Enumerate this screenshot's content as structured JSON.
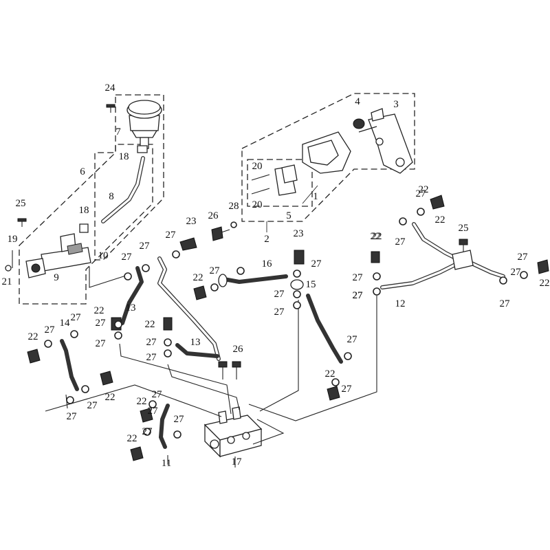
{
  "diagram": {
    "callouts": [
      {
        "id": "c24",
        "text": "24"
      },
      {
        "id": "c7",
        "text": "7"
      },
      {
        "id": "c18a",
        "text": "18"
      },
      {
        "id": "c6",
        "text": "6"
      },
      {
        "id": "c8",
        "text": "8"
      },
      {
        "id": "c25a",
        "text": "25"
      },
      {
        "id": "c18b",
        "text": "18"
      },
      {
        "id": "c19",
        "text": "19"
      },
      {
        "id": "c10",
        "text": "10"
      },
      {
        "id": "c21",
        "text": "21"
      },
      {
        "id": "c9",
        "text": "9"
      },
      {
        "id": "c4",
        "text": "4"
      },
      {
        "id": "c3",
        "text": "3"
      },
      {
        "id": "c20a",
        "text": "20"
      },
      {
        "id": "c20b",
        "text": "20"
      },
      {
        "id": "c1",
        "text": "1"
      },
      {
        "id": "c5",
        "text": "5"
      },
      {
        "id": "c2",
        "text": "2"
      },
      {
        "id": "c26a",
        "text": "26"
      },
      {
        "id": "c28",
        "text": "28"
      },
      {
        "id": "c23a",
        "text": "23"
      },
      {
        "id": "c27a",
        "text": "27"
      },
      {
        "id": "c27b",
        "text": "27"
      },
      {
        "id": "c27c",
        "text": "27"
      },
      {
        "id": "c22a",
        "text": "22"
      },
      {
        "id": "c27d",
        "text": "27"
      },
      {
        "id": "c16",
        "text": "16"
      },
      {
        "id": "c23b",
        "text": "23"
      },
      {
        "id": "c27e",
        "text": "27"
      },
      {
        "id": "c27f",
        "text": "27"
      },
      {
        "id": "c15",
        "text": "15"
      },
      {
        "id": "c27g",
        "text": "27"
      },
      {
        "id": "c27h",
        "text": "27"
      },
      {
        "id": "c13a",
        "text": "13"
      },
      {
        "id": "c22b",
        "text": "22"
      },
      {
        "id": "c27i",
        "text": "27"
      },
      {
        "id": "c27j",
        "text": "27"
      },
      {
        "id": "c27k",
        "text": "27"
      },
      {
        "id": "c22c",
        "text": "22"
      },
      {
        "id": "c27l",
        "text": "27"
      },
      {
        "id": "c27m",
        "text": "27"
      },
      {
        "id": "c13b",
        "text": "13"
      },
      {
        "id": "c26b",
        "text": "26"
      },
      {
        "id": "c14",
        "text": "14"
      },
      {
        "id": "c27n",
        "text": "27"
      },
      {
        "id": "c22d",
        "text": "22"
      },
      {
        "id": "c27o",
        "text": "27"
      },
      {
        "id": "c27p",
        "text": "27"
      },
      {
        "id": "c27q",
        "text": "27"
      },
      {
        "id": "c22e",
        "text": "22"
      },
      {
        "id": "c22f",
        "text": "22"
      },
      {
        "id": "c27r",
        "text": "27"
      },
      {
        "id": "c22g",
        "text": "22"
      },
      {
        "id": "c27s",
        "text": "27"
      },
      {
        "id": "c27t",
        "text": "27"
      },
      {
        "id": "c27u",
        "text": "27"
      },
      {
        "id": "c22h",
        "text": "22"
      },
      {
        "id": "c27v",
        "text": "27"
      },
      {
        "id": "c11",
        "text": "11"
      },
      {
        "id": "c17",
        "text": "17"
      },
      {
        "id": "c27w",
        "text": "27"
      },
      {
        "id": "c22i",
        "text": "22"
      },
      {
        "id": "c27x",
        "text": "27"
      },
      {
        "id": "c27y",
        "text": "27"
      },
      {
        "id": "c22j",
        "text": "22"
      },
      {
        "id": "c25b",
        "text": "25"
      },
      {
        "id": "c22k",
        "text": "22"
      },
      {
        "id": "c27z",
        "text": "27"
      },
      {
        "id": "c27aa",
        "text": "27"
      },
      {
        "id": "c12",
        "text": "12"
      },
      {
        "id": "c27ab",
        "text": "27"
      },
      {
        "id": "c27ac",
        "text": "27"
      },
      {
        "id": "c22l",
        "text": "22"
      },
      {
        "id": "c27ad",
        "text": "27"
      },
      {
        "id": "c22m",
        "text": "22"
      },
      {
        "id": "c27ae",
        "text": "27"
      }
    ]
  }
}
